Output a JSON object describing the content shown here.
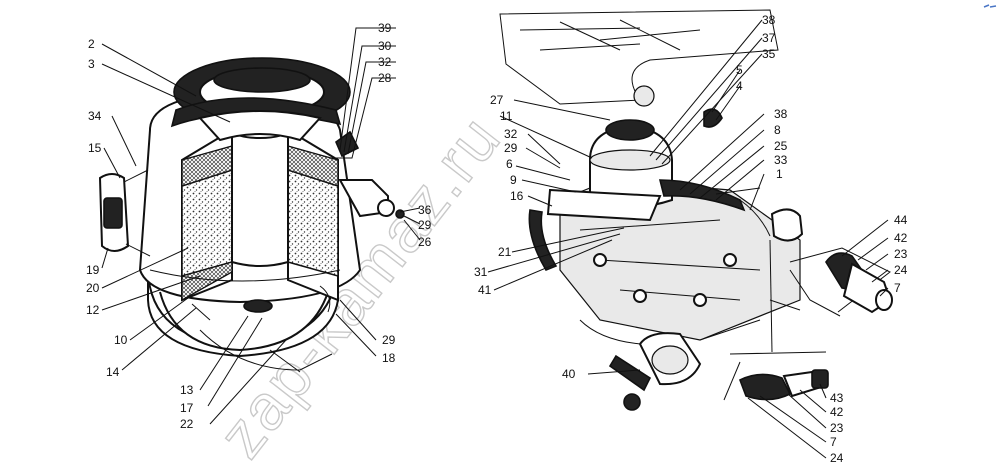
{
  "watermark": "zap-kamaz.ru",
  "left_labels": [
    {
      "id": "2"
    },
    {
      "id": "3"
    },
    {
      "id": "34"
    },
    {
      "id": "15"
    },
    {
      "id": "19"
    },
    {
      "id": "20"
    },
    {
      "id": "12"
    },
    {
      "id": "10"
    },
    {
      "id": "14"
    },
    {
      "id": "13"
    },
    {
      "id": "17"
    },
    {
      "id": "22"
    },
    {
      "id": "39"
    },
    {
      "id": "30"
    },
    {
      "id": "32"
    },
    {
      "id": "28"
    },
    {
      "id": "36"
    },
    {
      "id": "29"
    },
    {
      "id": "26"
    },
    {
      "id": "29"
    },
    {
      "id": "18"
    }
  ],
  "right_labels": [
    {
      "id": "38"
    },
    {
      "id": "37"
    },
    {
      "id": "35"
    },
    {
      "id": "5"
    },
    {
      "id": "4"
    },
    {
      "id": "27"
    },
    {
      "id": "11"
    },
    {
      "id": "32"
    },
    {
      "id": "29"
    },
    {
      "id": "6"
    },
    {
      "id": "9"
    },
    {
      "id": "16"
    },
    {
      "id": "38"
    },
    {
      "id": "8"
    },
    {
      "id": "25"
    },
    {
      "id": "33"
    },
    {
      "id": "1"
    },
    {
      "id": "21"
    },
    {
      "id": "31"
    },
    {
      "id": "41"
    },
    {
      "id": "40"
    }
  ],
  "detail_top_labels": [
    {
      "id": "44"
    },
    {
      "id": "42"
    },
    {
      "id": "23"
    },
    {
      "id": "24"
    },
    {
      "id": "7"
    }
  ],
  "detail_bottom_labels": [
    {
      "id": "43"
    },
    {
      "id": "42"
    },
    {
      "id": "23"
    },
    {
      "id": "7"
    },
    {
      "id": "24"
    }
  ]
}
